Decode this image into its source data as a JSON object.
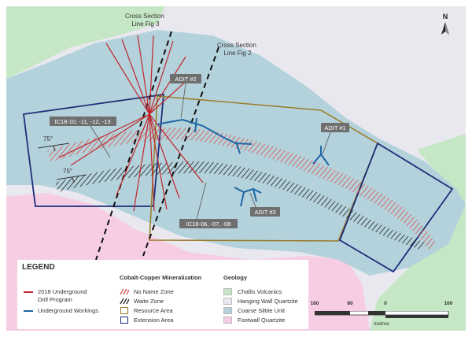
{
  "map": {
    "cross_section_1": [
      "Cross Section",
      "Line Fig 3"
    ],
    "cross_section_2": [
      "Cross Section",
      "Line Fig 2"
    ],
    "adit_labels": [
      "ADIT #2",
      "ADIT #1",
      "ADIT #3"
    ],
    "drill_labels": [
      "IC18-10, -11, -12, -13",
      "IC18-06, -07, -08"
    ],
    "dip_labels": [
      "75°",
      "75°"
    ],
    "north": "N"
  },
  "legend": {
    "title": "LEGEND",
    "col1": [
      {
        "label": "2018 Underground\nDrill Program",
        "symbol": "red-line",
        "color": "#c0272d"
      },
      {
        "label": "Underground Workings",
        "symbol": "blue-line",
        "color": "#1f66a5"
      }
    ],
    "col2_heading": "Cobalt-Copper Mineralization",
    "col2": [
      {
        "label": "No Name Zone",
        "symbol": "red-hatch",
        "color": "#d9534f"
      },
      {
        "label": "Waite Zone",
        "symbol": "black-hatch",
        "color": "#222222"
      },
      {
        "label": "Resource Area",
        "symbol": "gold-box",
        "color": "#9a7b2a"
      },
      {
        "label": "Extension Area",
        "symbol": "navy-box",
        "color": "#1d2f7a"
      }
    ],
    "col3_heading": "Geology",
    "col3": [
      {
        "label": "Challis Volcanics",
        "color": "#c6e7c5"
      },
      {
        "label": "Hanging Wall Quartzite",
        "color": "#e7e7ef"
      },
      {
        "label": "Coarse Siltite Unit",
        "color": "#b4d2db"
      },
      {
        "label": "Footwall Quartzite",
        "color": "#f6cde3"
      }
    ]
  },
  "scale": {
    "ticks": [
      "160",
      "80",
      "0",
      "160"
    ],
    "unit": "metres"
  }
}
